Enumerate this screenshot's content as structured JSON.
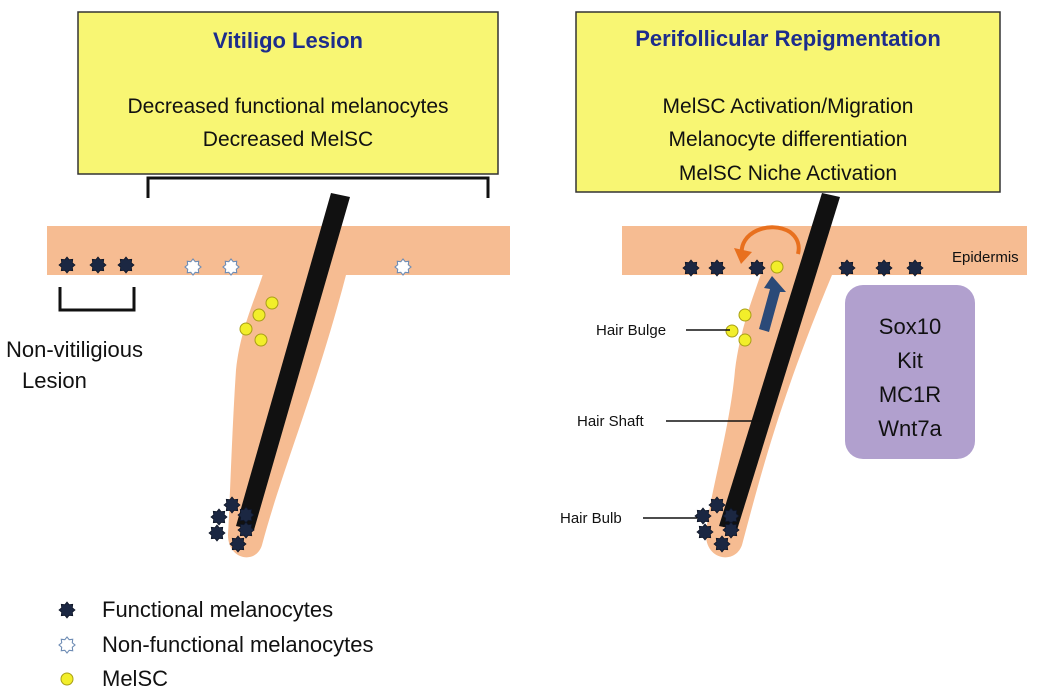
{
  "left_panel": {
    "box": {
      "title": "Vitiligo Lesion",
      "lines": [
        "Decreased functional melanocytes",
        "Decreased MelSC"
      ]
    },
    "non_lesion_label": [
      "Non-vitiligious",
      "Lesion"
    ]
  },
  "right_panel": {
    "box": {
      "title": "Perifollicular Repigmentation",
      "lines": [
        "MelSC Activation/Migration",
        "Melanocyte differentiation",
        "MelSC Niche Activation"
      ]
    },
    "labels": {
      "epidermis": "Epidermis",
      "hair_bulge": "Hair Bulge",
      "hair_shaft": "Hair Shaft",
      "hair_bulb": "Hair Bulb"
    },
    "genes": [
      "Sox10",
      "Kit",
      "MC1R",
      "Wnt7a"
    ]
  },
  "legend": {
    "items": [
      {
        "label": "Functional melanocytes",
        "icon": "functional-melanocyte-icon"
      },
      {
        "label": "Non-functional melanocytes",
        "icon": "nonfunctional-melanocyte-icon"
      },
      {
        "label": "MelSC",
        "icon": "melsc-icon"
      }
    ]
  },
  "colors": {
    "skin": "#f6bc92",
    "box_fill": "#f8f673",
    "title_text": "#1d2d8c",
    "gene_box": "#b1a0ce",
    "melanocyte": "#1b2742",
    "melsc": "#f2ee2a",
    "arrow_orange": "#e8701e",
    "arrow_blue": "#2b4a78"
  }
}
